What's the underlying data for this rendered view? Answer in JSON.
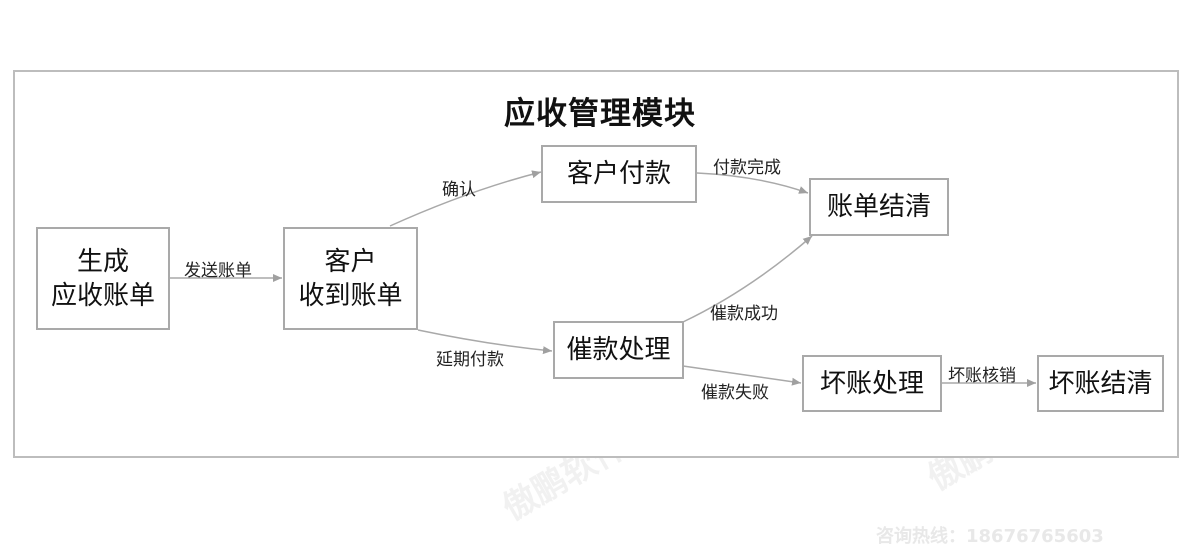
{
  "diagram": {
    "title": "应收管理模块",
    "nodes": {
      "generate": {
        "lines": [
          "生成",
          "应收账单"
        ]
      },
      "received": {
        "lines": [
          "客户",
          "收到账单"
        ]
      },
      "pay": {
        "lines": [
          "客户付款"
        ]
      },
      "settled": {
        "lines": [
          "账单结清"
        ]
      },
      "collect": {
        "lines": [
          "催款处理"
        ]
      },
      "baddebt": {
        "lines": [
          "坏账处理"
        ]
      },
      "badsettled": {
        "lines": [
          "坏账结清"
        ]
      }
    },
    "edges": {
      "send": "发送账单",
      "confirm": "确认",
      "paid": "付款完成",
      "delay": "延期付款",
      "collect_ok": "催款成功",
      "collect_fail": "催款失败",
      "writeoff": "坏账核销"
    }
  },
  "watermark": "傲鹏软件",
  "hotline": "咨询热线：18676765603"
}
